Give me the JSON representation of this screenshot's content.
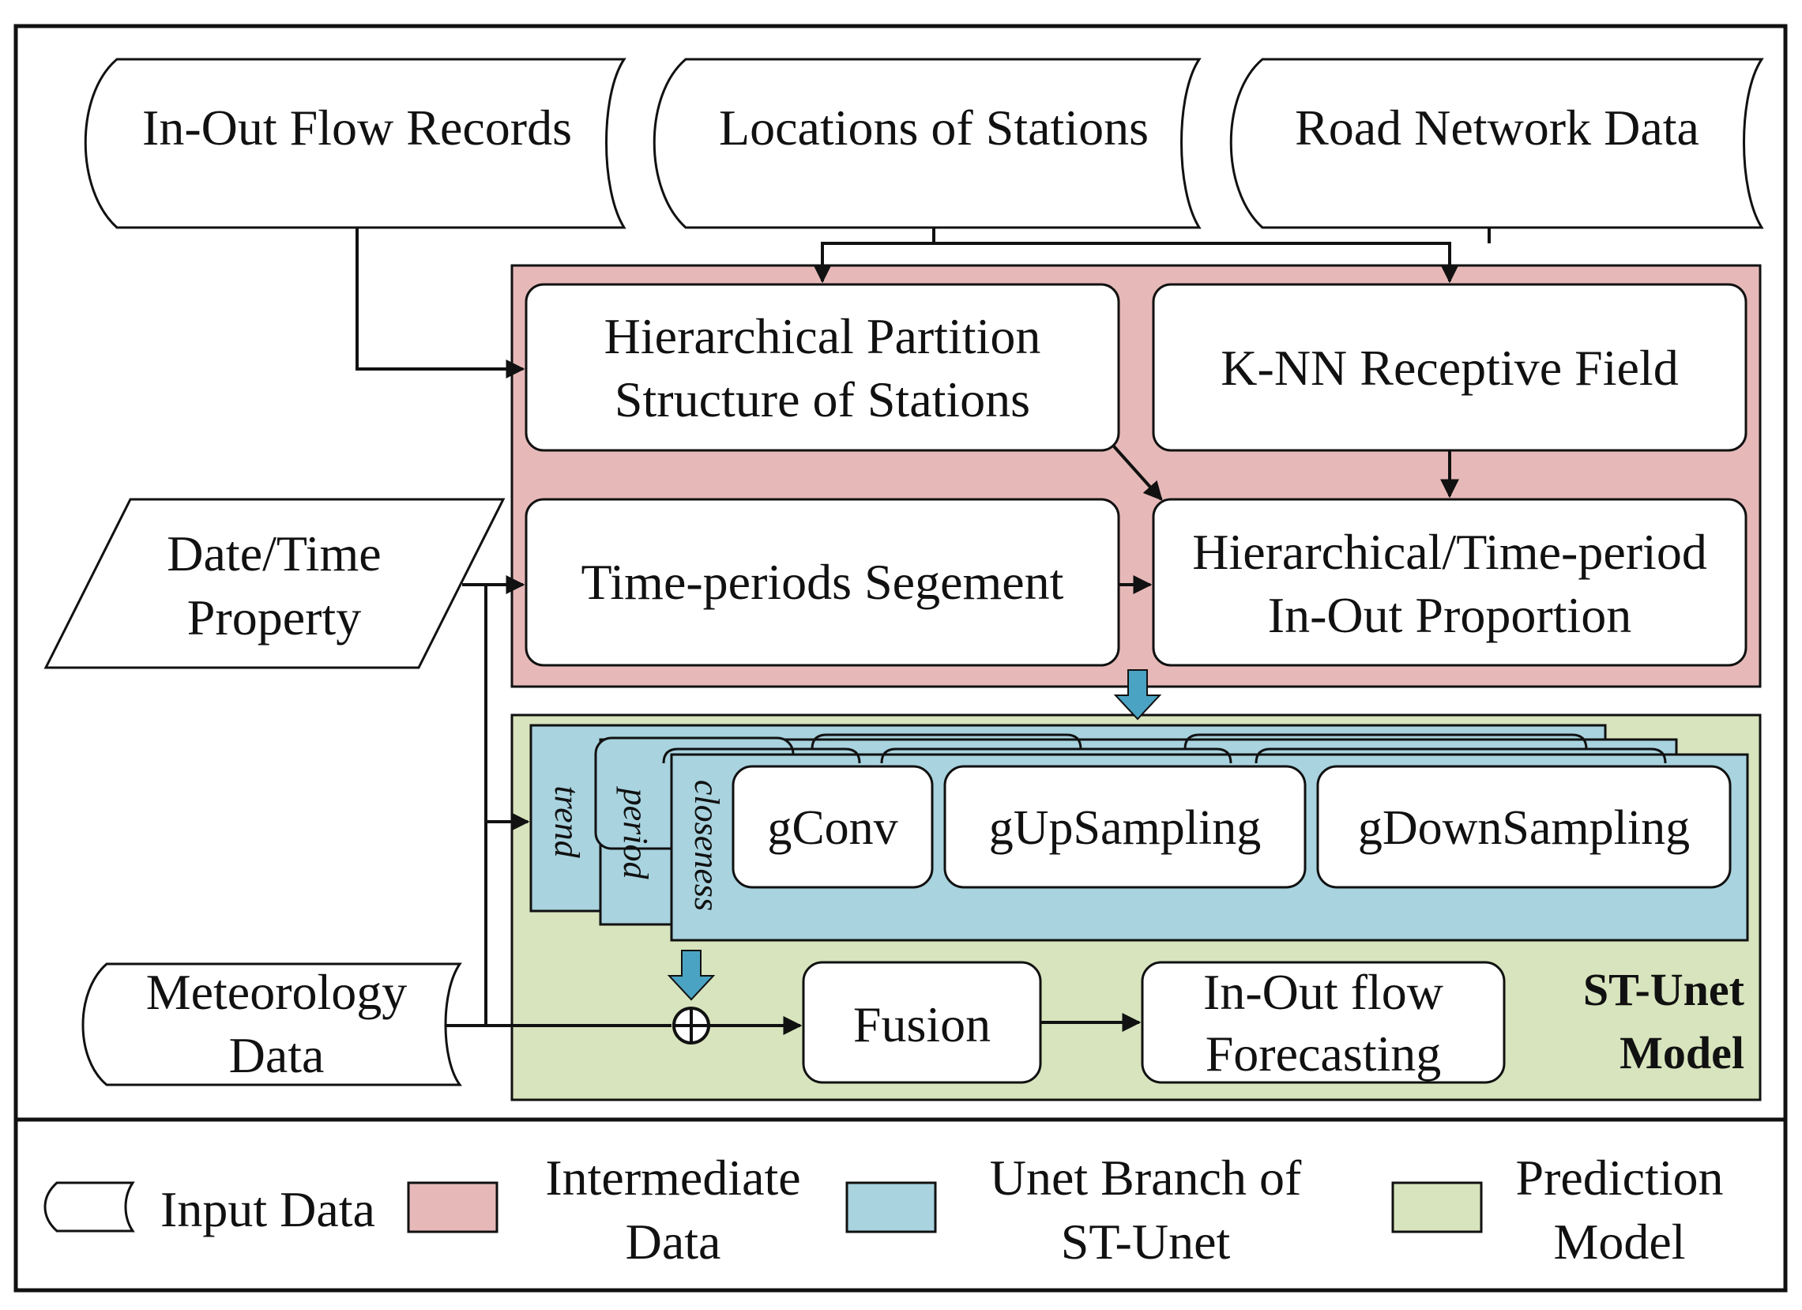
{
  "colors": {
    "intermediate": "#e6b9b8",
    "unet_branch": "#a8d3df",
    "prediction": "#d7e4bd",
    "arrow_blue": "#4ba3c3"
  },
  "inputs": {
    "inout_records": "In-Out Flow Records",
    "station_locations": "Locations of Stations",
    "road_network": "Road Network Data",
    "datetime_line1": "Date/Time",
    "datetime_line2": "Property",
    "meteorology_line1": "Meteorology",
    "meteorology_line2": "Data"
  },
  "intermediate": {
    "hierarchical_line1": "Hierarchical Partition",
    "hierarchical_line2": "Structure of Stations",
    "knn": "K-NN Receptive Field",
    "time_periods": "Time-periods Segement",
    "proportion_line1": "Hierarchical/Time-period",
    "proportion_line2": "In-Out Proportion"
  },
  "unet": {
    "branches": [
      "trend",
      "period",
      "closeness"
    ],
    "blocks": [
      "gConv",
      "gUpSampling",
      "gDownSampling"
    ]
  },
  "prediction": {
    "fusion": "Fusion",
    "forecast_line1": "In-Out flow",
    "forecast_line2": "Forecasting",
    "model_line1": "ST-Unet",
    "model_line2": "Model"
  },
  "legend": {
    "input": "Input Data",
    "intermediate_line1": "Intermediate",
    "intermediate_line2": "Data",
    "unet_line1": "Unet Branch of",
    "unet_line2": "ST-Unet",
    "prediction_line1": "Prediction",
    "prediction_line2": "Model"
  }
}
